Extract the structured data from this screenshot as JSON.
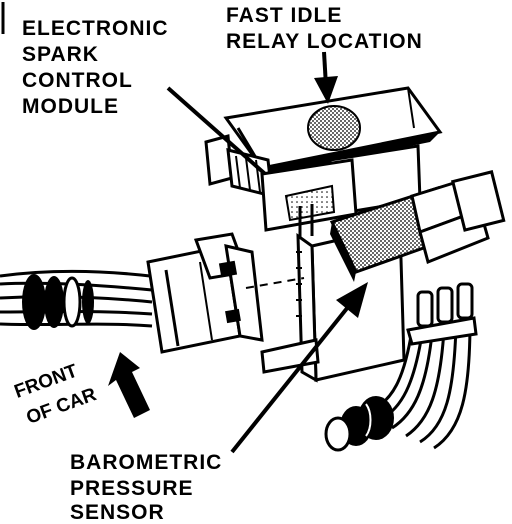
{
  "labels": {
    "esc_line1": "ELECTRONIC",
    "esc_line2": "SPARK",
    "esc_line3": "CONTROL",
    "esc_line4": "MODULE",
    "relay_line1": "FAST IDLE",
    "relay_line2": "RELAY LOCATION",
    "front_line1": "FRONT",
    "front_line2": "OF CAR",
    "baro_line1": "BAROMETRIC",
    "baro_line2": "PRESSURE",
    "baro_line3": "SENSOR"
  }
}
